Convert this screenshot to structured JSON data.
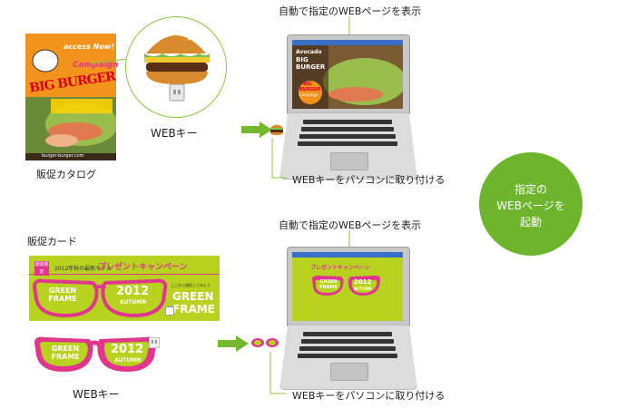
{
  "top": {
    "catalog_label": "販促カタログ",
    "catalog": {
      "access_now": "access Now!",
      "campaign": "Campaign",
      "big_burger": "BIG BURGER",
      "url": "burger-burger.com"
    },
    "key_label": "WEBキー",
    "screen_caption": "自動で指定のWEBページを表示",
    "screen": {
      "avocado": "Avocado",
      "big": "BIG",
      "burger": "BURGER",
      "badge_line1": "BIG",
      "badge_line2": "BURGER",
      "badge_line3": "Campaign"
    },
    "attach_caption": "WEBキーをパソコンに取り付ける"
  },
  "bottom": {
    "card_label": "販促カード",
    "card": {
      "tag": "期間限定",
      "model_text": "2012年秋の最新モデル",
      "campaign": "プレゼントキャンペーン",
      "glasses_left": "GREEN FRAME",
      "glasses_right_year": "2012",
      "glasses_right_season": "AUTUMN",
      "small_text": "ここから検索してみよう",
      "green": "GREEN",
      "frame": "FRAME"
    },
    "key": {
      "left": "GREEN FRAME",
      "right_year": "2012",
      "right_season": "AUTUMN"
    },
    "key_label": "WEBキー",
    "screen_caption": "自動で指定のWEBページを表示",
    "screen": {
      "campaign": "プレゼントキャンペーン",
      "left": "GREEN FRAME",
      "right_year": "2012",
      "right_season": "AUTUMN"
    },
    "attach_caption": "WEBキーをパソコンに取り付ける"
  },
  "circle": {
    "line1": "指定の",
    "line2": "WEBページを",
    "line3": "起動"
  },
  "colors": {
    "green": "#6cb52d",
    "lime": "#b7d21f",
    "pink": "#e1368e",
    "orange": "#f2941c",
    "arrow_green": "#74b82e"
  }
}
